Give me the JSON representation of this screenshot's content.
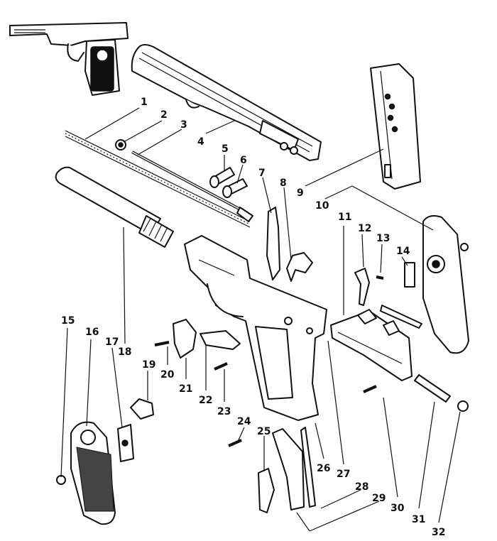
{
  "diagram": {
    "callouts": [
      "1",
      "2",
      "3",
      "4",
      "5",
      "6",
      "7",
      "8",
      "9",
      "10",
      "11",
      "12",
      "13",
      "14",
      "15",
      "16",
      "17",
      "18",
      "19",
      "20",
      "21",
      "22",
      "23",
      "24",
      "25",
      "26",
      "27",
      "28",
      "29",
      "30",
      "31",
      "32"
    ]
  }
}
